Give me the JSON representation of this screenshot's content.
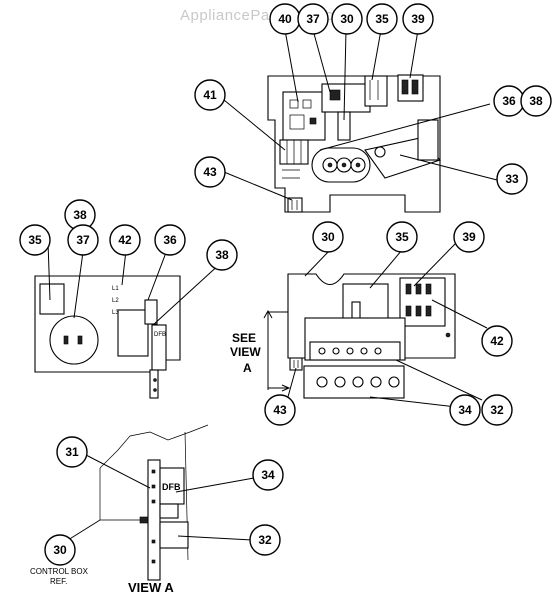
{
  "watermark": "AppliancePartsPros.com",
  "callouts": {
    "top": [
      "40",
      "37",
      "30",
      "35",
      "39",
      "41",
      "36",
      "38",
      "33",
      "43"
    ],
    "left": [
      "38",
      "35",
      "37",
      "42",
      "36",
      "38"
    ],
    "right": [
      "30",
      "35",
      "39",
      "42",
      "43",
      "34",
      "32"
    ],
    "viewa": [
      "31",
      "34",
      "30",
      "32"
    ]
  },
  "labels": {
    "see_view": "SEE",
    "see_view_2": "VIEW",
    "see_view_3": "A",
    "control_box_ref_1": "CONTROL BOX",
    "control_box_ref_2": "REF.",
    "view_a_caption": "VIEW  A",
    "dfb": "DFB",
    "l1": "L1",
    "l2": "L2",
    "l3": "L3"
  }
}
